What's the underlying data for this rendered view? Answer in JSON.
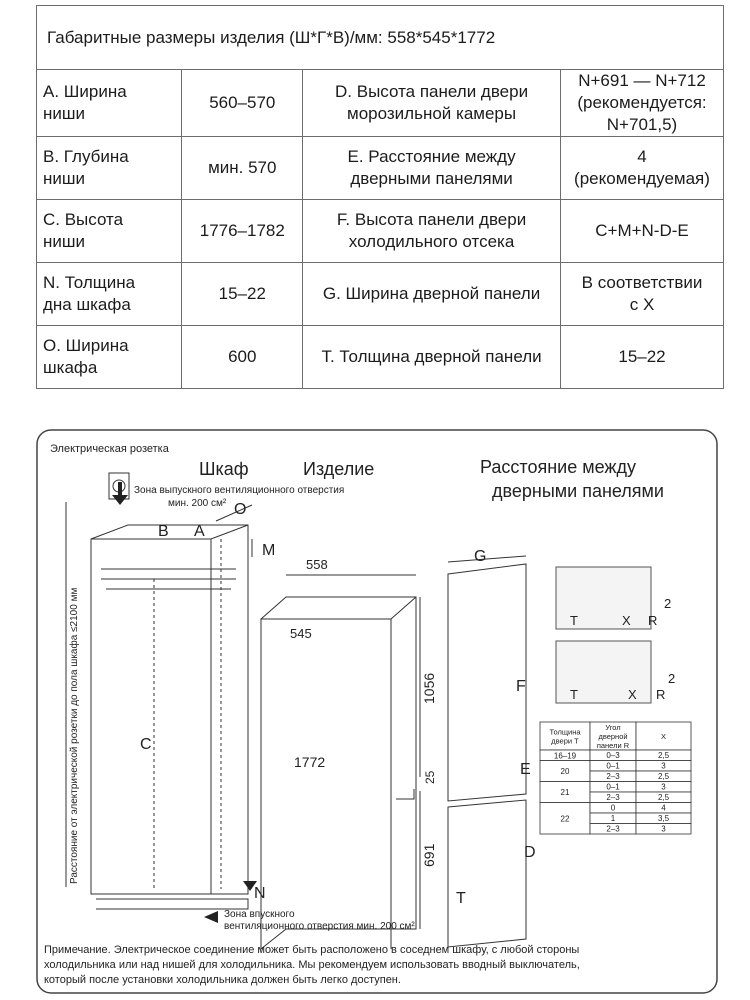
{
  "table": {
    "header": "Габаритные размеры изделия (Ш*Г*В)/мм: 558*545*1772",
    "rows": [
      {
        "p1": [
          "A. Ширина",
          "ниши"
        ],
        "v1": [
          "560–570"
        ],
        "p2": [
          "D. Высота панели двери",
          "морозильной камеры"
        ],
        "v2": [
          "N+691 — N+712",
          "(рекомендуется:",
          "N+701,5)"
        ]
      },
      {
        "p1": [
          "B. Глубина",
          "ниши"
        ],
        "v1": [
          "мин. 570"
        ],
        "p2": [
          "E. Расстояние между",
          "дверными панелями"
        ],
        "v2": [
          "4",
          "(рекомендуемая)"
        ]
      },
      {
        "p1": [
          "C. Высота",
          "ниши"
        ],
        "v1": [
          "1776–1782"
        ],
        "p2": [
          "F. Высота панели двери",
          "холодильного отсека"
        ],
        "v2": [
          "C+M+N-D-E"
        ]
      },
      {
        "p1": [
          "N. Толщина",
          "дна шкафа"
        ],
        "v1": [
          "15–22"
        ],
        "p2": [
          "G. Ширина дверной панели"
        ],
        "v2": [
          "В соответствии",
          "с X"
        ]
      },
      {
        "p1": [
          "O. Ширина",
          "шкафа"
        ],
        "v1": [
          "600"
        ],
        "p2": [
          "T. Толщина дверной панели"
        ],
        "v2": [
          "15–22"
        ]
      }
    ]
  },
  "diagram": {
    "socket_label": "Электрическая розетка",
    "title_cabinet": "Шкаф",
    "title_product": "Изделие",
    "title_gap": [
      "Расстояние между",
      "дверными панелями"
    ],
    "top_vent": [
      "Зона выпускного вентиляционного отверстия",
      "мин. 200 см²"
    ],
    "bottom_vent": [
      "Зона впускного",
      "вентиляционного отверстия мин. 200 см²"
    ],
    "vertical_note": "Расстояние от электрической розетки до пола шкафа ≤2100 мм",
    "letters": {
      "A": "A",
      "B": "B",
      "O": "O",
      "M": "M",
      "C": "C",
      "N": "N",
      "G": "G",
      "F": "F",
      "E": "E",
      "D": "D",
      "T": "T",
      "X": "X",
      "R": "R"
    },
    "dims": {
      "w": "558",
      "d": "545",
      "h": "1772",
      "upper": "1056",
      "gap": "25",
      "lower": "691",
      "two": "2"
    },
    "gap_table": {
      "headers": [
        [
          "Толщина",
          "двери T"
        ],
        [
          "Угол",
          "дверной",
          "панели R"
        ],
        [
          "X"
        ]
      ],
      "groups": [
        {
          "t": "16–19",
          "rows": [
            [
              "0–3",
              "2,5"
            ]
          ]
        },
        {
          "t": "20",
          "rows": [
            [
              "0–1",
              "3"
            ],
            [
              "2–3",
              "2,5"
            ]
          ]
        },
        {
          "t": "21",
          "rows": [
            [
              "0–1",
              "3"
            ],
            [
              "2–3",
              "2,5"
            ]
          ]
        },
        {
          "t": "22",
          "rows": [
            [
              "0",
              "4"
            ],
            [
              "1",
              "3,5"
            ],
            [
              "2–3",
              "3"
            ]
          ]
        }
      ]
    },
    "note": [
      "Примечание. Электрическое соединение может быть расположено в соседнем шкафу, с любой стороны",
      "холодильника или над нишей для холодильника. Мы рекомендуем использовать вводный выключатель,",
      "который после установки холодильника должен быть легко доступен."
    ]
  }
}
